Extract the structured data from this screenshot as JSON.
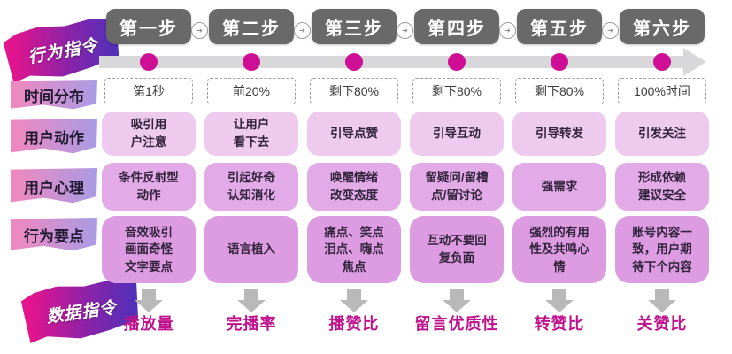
{
  "title": "短视频行为指令与数据指令流程图",
  "palette": {
    "accent_magenta": "#ce0f96",
    "step_gray": "#696969",
    "timeline_gray": "#d8d8da",
    "action_pink": "#eecaef",
    "psych_pink": "#e2abe8",
    "keypoint_pink": "#dd9ce2",
    "label_gradient_left": "#f287be",
    "label_gradient_right": "#a89ce4",
    "flag_gradient_left": "#e2148e",
    "flag_gradient_right": "#4e31bb",
    "metric_text": "#c0118d"
  },
  "icons": {
    "step_connector_arrow": "➔"
  },
  "flags": {
    "top_label": "行为指令",
    "bottom_label": "数据指令"
  },
  "steps": [
    "第一步",
    "第二步",
    "第三步",
    "第四步",
    "第五步",
    "第六步"
  ],
  "rows": {
    "time": {
      "label": "时间分布",
      "values": [
        "第1秒",
        "前20%",
        "剩下80%",
        "剩下80%",
        "剩下80%",
        "100%时间"
      ]
    },
    "action": {
      "label": "用户动作",
      "values": [
        "吸引用\n户注意",
        "让用户\n看下去",
        "引导点赞",
        "引导互动",
        "引导转发",
        "引发关注"
      ]
    },
    "psychology": {
      "label": "用户心理",
      "values": [
        "条件反射型\n动作",
        "引起好奇\n认知消化",
        "唤醒情绪\n改变态度",
        "留疑问/留槽\n点/留讨论",
        "强需求",
        "形成依赖\n建议安全"
      ]
    },
    "keypoints": {
      "label": "行为要点",
      "values": [
        "音效吸引\n画面奇怪\n文字要点",
        "语言植入",
        "痛点、笑点\n泪点、嗨点\n焦点",
        "互动不要回\n复负面",
        "强烈的有用\n性及共鸣心\n情",
        "账号内容一\n致，用户期\n待下个内容"
      ]
    }
  },
  "metrics": [
    "播放量",
    "完播率",
    "播赞比",
    "留言优质性",
    "转赞比",
    "关赞比"
  ]
}
